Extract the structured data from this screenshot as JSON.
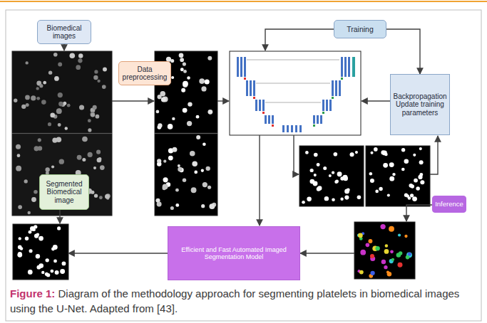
{
  "diagram": {
    "caption": "Figure 1: Diagram of the methodology approach for segmenting platelets in biomedical images using the U-Net. Adapted from [43].",
    "nodes": [
      {
        "text": [
          "Biomedical images"
        ]
      },
      {
        "text": [
          "Training"
        ]
      },
      {
        "text": [
          "Data preprocessing"
        ]
      },
      {
        "text": [
          "Backpropagation Update training parameters"
        ]
      },
      {
        "text": [
          "Segmented Biomedical image"
        ]
      },
      {
        "text": [
          "Inference"
        ]
      },
      {
        "text": [
          "Efficient and Fast Automated Imaged Segmentation Model"
        ]
      }
    ],
    "edges": [
      {
        "from": 1,
        "to": 3,
        "arrow": "to"
      }
    ]
  }
}
